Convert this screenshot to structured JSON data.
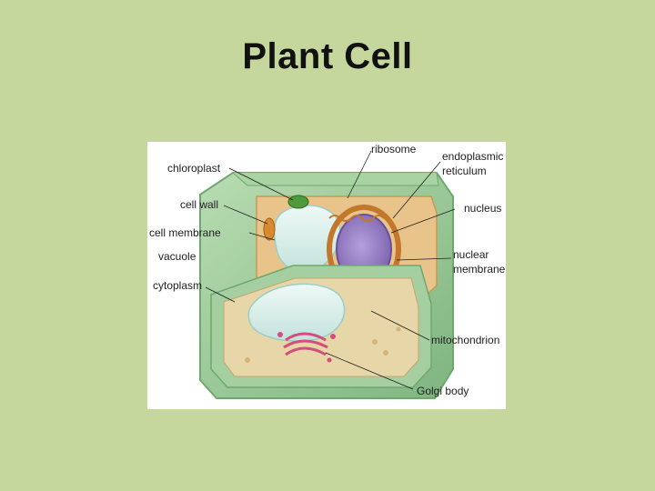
{
  "slide": {
    "title": "Plant Cell"
  },
  "diagram": {
    "labels": {
      "chloroplast": "chloroplast",
      "cell_wall": "cell wall",
      "cell_membrane": "cell membrane",
      "vacuole": "vacuole",
      "cytoplasm": "cytoplasm",
      "ribosome": "ribosome",
      "endoplasmic_reticulum_line1": "endoplasmic",
      "endoplasmic_reticulum_line2": "reticulum",
      "nucleus": "nucleus",
      "nuclear_membrane_line1": "nuclear",
      "nuclear_membrane_line2": "membrane",
      "mitochondrion": "mitochondrion",
      "golgi_body": "Golgi body"
    }
  },
  "colors": {
    "background": "#c5d79d",
    "cell_wall": "#8fc48f",
    "cytoplasm": "#e9c58c",
    "vacuole": "#d6eeea",
    "nucleus": "#9d86c9",
    "chloroplast": "#4f9a3c",
    "mitochondrion": "#d88a2e",
    "golgi": "#d44d7c"
  }
}
